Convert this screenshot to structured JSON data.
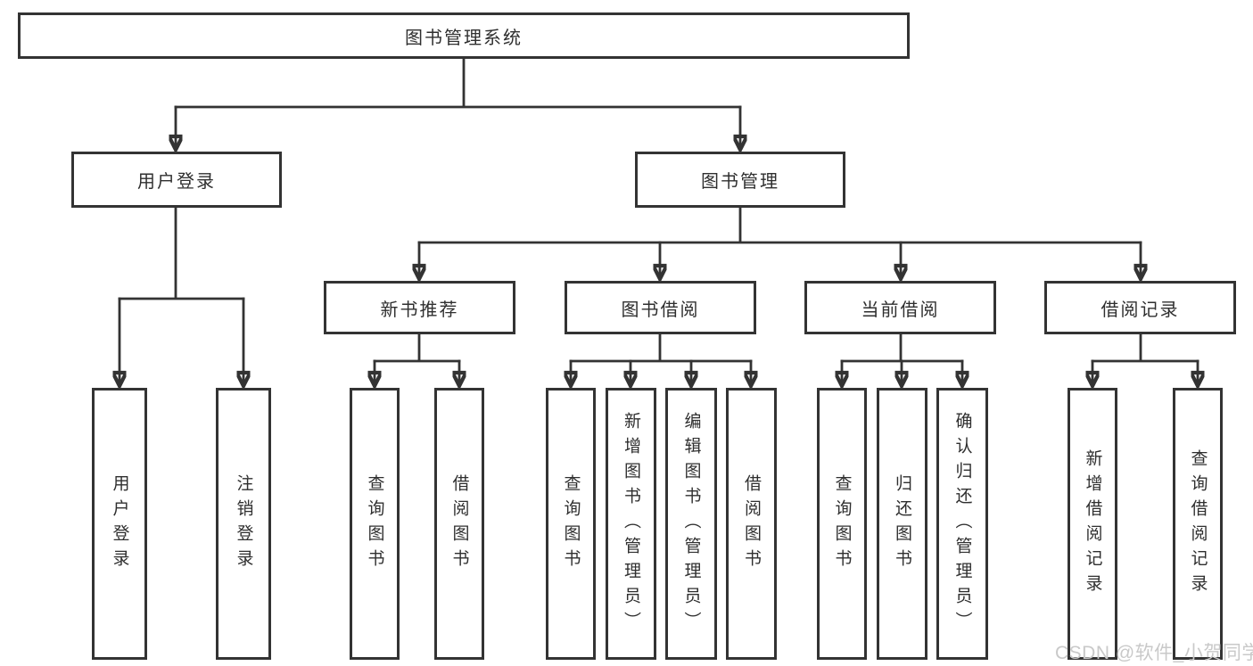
{
  "nodes": {
    "root": "图书管理系统",
    "user_login": "用户登录",
    "book_management": "图书管理",
    "new_book_recommend": "新书推荐",
    "book_borrow": "图书借阅",
    "current_borrow": "当前借阅",
    "borrow_records": "借阅记录"
  },
  "leaves": {
    "user_login": "用户登录",
    "logout": "注销登录",
    "query_books_recommend": "查询图书",
    "borrow_books_recommend": "借阅图书",
    "query_books_borrow": "查询图书",
    "add_books_admin": "新增图书（管理员）",
    "edit_books_admin": "编辑图书（管理员）",
    "borrow_books": "借阅图书",
    "query_books_current": "查询图书",
    "return_books": "归还图书",
    "confirm_return_admin": "确认归还（管理员）",
    "add_borrow_record": "新增借阅记录",
    "query_borrow_record": "查询借阅记录"
  },
  "watermark": {
    "text": "CSDN @软件_小贺同学"
  },
  "colors": {
    "line": "#333333",
    "text": "#2f2f2f",
    "watermark": "#c9c9c9",
    "background": "#ffffff"
  }
}
